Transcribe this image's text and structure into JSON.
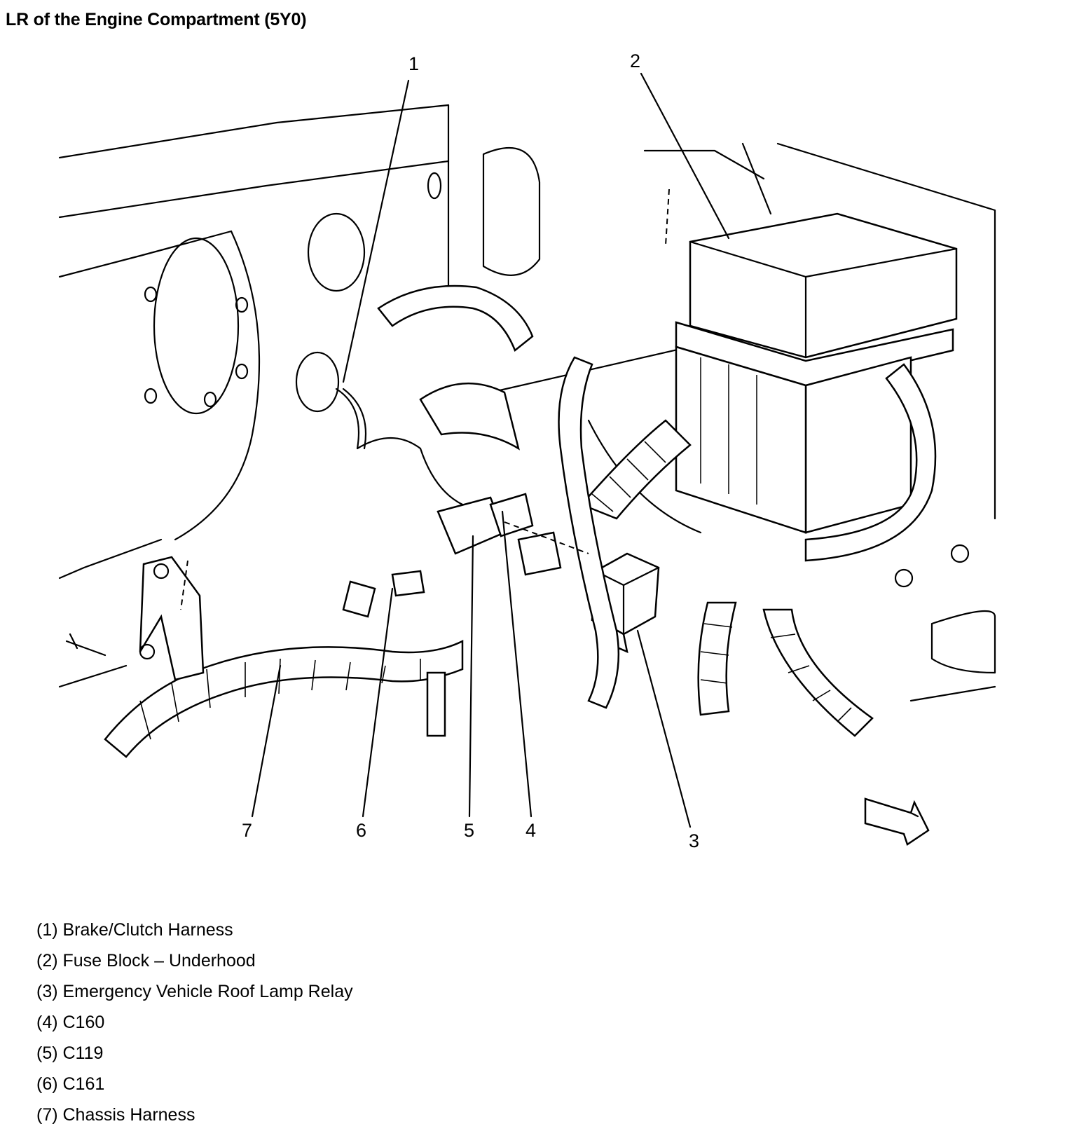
{
  "title": "LR of the Engine Compartment (5Y0)",
  "callouts": [
    "1",
    "2",
    "3",
    "4",
    "5",
    "6",
    "7"
  ],
  "legend": [
    "(1) Brake/Clutch Harness",
    "(2) Fuse Block – Underhood",
    "(3) Emergency Vehicle Roof Lamp Relay",
    "(4) C160",
    "(5) C119",
    "(6) C161",
    "(7) Chassis Harness"
  ]
}
